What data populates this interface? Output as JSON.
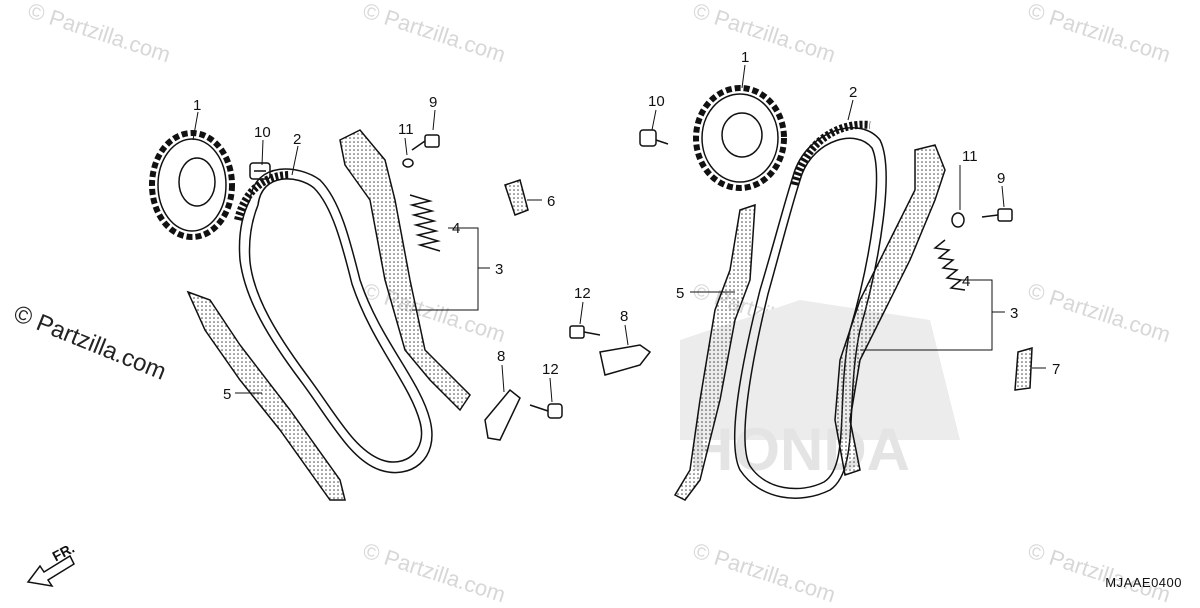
{
  "watermark": {
    "text": "© Partzilla.com"
  },
  "copyright_left": "© Partzilla.com",
  "diagram_code": "MJAAE0400",
  "front_indicator": "FR.",
  "brand_background": "HONDA",
  "callouts_left": [
    {
      "id": "L1",
      "label": "1"
    },
    {
      "id": "L10",
      "label": "10"
    },
    {
      "id": "L2",
      "label": "2"
    },
    {
      "id": "L11",
      "label": "11"
    },
    {
      "id": "L9",
      "label": "9"
    },
    {
      "id": "L4",
      "label": "4"
    },
    {
      "id": "L3",
      "label": "3"
    },
    {
      "id": "L6",
      "label": "6"
    },
    {
      "id": "L5",
      "label": "5"
    },
    {
      "id": "L12a",
      "label": "12"
    },
    {
      "id": "L8a",
      "label": "8"
    },
    {
      "id": "L8b",
      "label": "8"
    },
    {
      "id": "L12b",
      "label": "12"
    }
  ],
  "callouts_right": [
    {
      "id": "R10",
      "label": "10"
    },
    {
      "id": "R1",
      "label": "1"
    },
    {
      "id": "R2",
      "label": "2"
    },
    {
      "id": "R11",
      "label": "11"
    },
    {
      "id": "R9",
      "label": "9"
    },
    {
      "id": "R4",
      "label": "4"
    },
    {
      "id": "R3",
      "label": "3"
    },
    {
      "id": "R5",
      "label": "5"
    },
    {
      "id": "R7",
      "label": "7"
    }
  ],
  "colors": {
    "line": "#111111",
    "watermark": "#d7d7d7",
    "logo": "#e4e4e4"
  }
}
